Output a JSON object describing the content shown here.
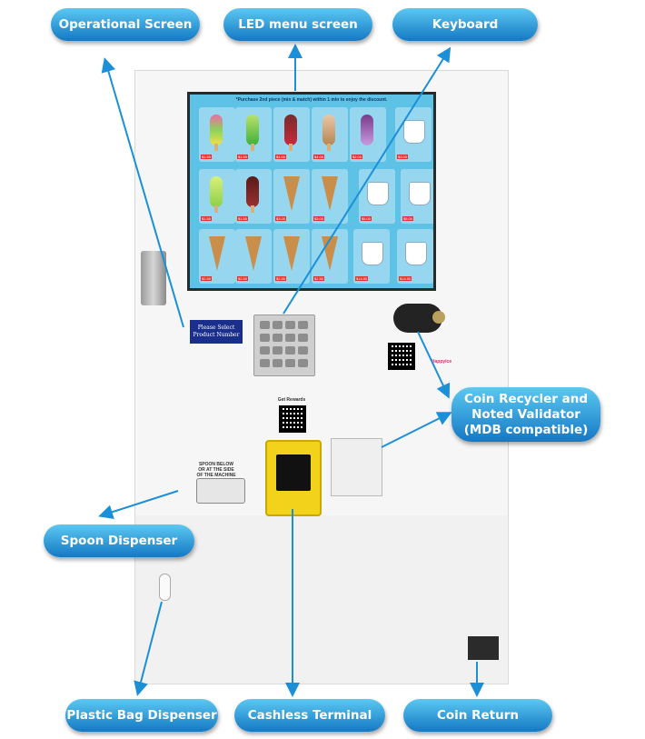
{
  "labels": {
    "operational_screen": "Operational Screen",
    "led_menu_screen": "LED menu screen",
    "keyboard": "Keyboard",
    "coin_recycler_line1": "Coin Recycler and",
    "coin_recycler_line2": "Noted Validator",
    "coin_recycler_line3": "(MDB compatible)",
    "spoon_dispenser": "Spoon Dispenser",
    "plastic_bag_dispenser": "Plastic Bag Dispenser",
    "cashless_terminal": "Cashless Terminal",
    "coin_return": "Coin Return"
  },
  "machine": {
    "menu_header": "*Purchase 2nd piece (mix & match) within 1 min to enjoy the discount.",
    "select_line1": "Please Select",
    "select_line2": "Product Number",
    "spoon_text_line1": "SPOON BELOW",
    "spoon_text_line2": "OR AT THE SIDE",
    "spoon_text_line3": "OF THE MACHINE",
    "rewards_text": "Get Rewards",
    "brand": "Happyice"
  },
  "colors": {
    "pill_top": "#5cc8f2",
    "pill_bottom": "#1478c4",
    "arrow": "#1b8fd8",
    "menu_bg": "#5ec2e6",
    "terminal": "#f2d21a"
  }
}
